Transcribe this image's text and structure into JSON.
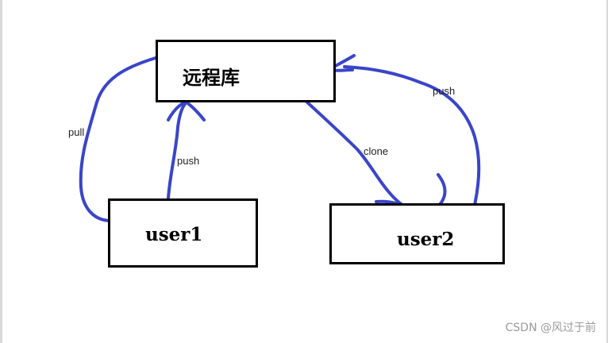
{
  "nodes": {
    "remote": {
      "label": "远程库"
    },
    "user1": {
      "label": "user1"
    },
    "user2": {
      "label": "user2"
    }
  },
  "edges": {
    "pull": {
      "label": "pull"
    },
    "push_user1": {
      "label": "push"
    },
    "clone": {
      "label": "clone"
    },
    "push_user2": {
      "label": "push"
    }
  },
  "watermark": {
    "text": "CSDN @风过于前"
  },
  "colors": {
    "stroke": "#3a45c9",
    "box_border": "#000000",
    "background": "#ffffff"
  }
}
